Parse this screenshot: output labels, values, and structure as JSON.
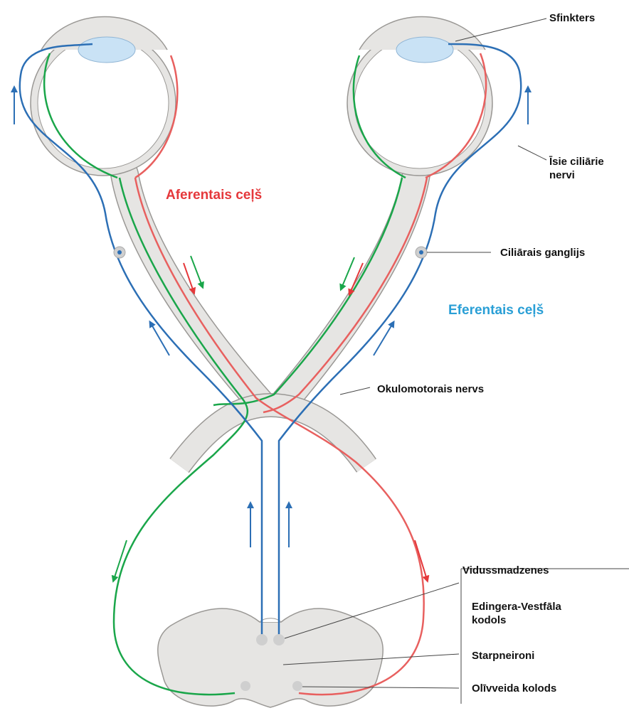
{
  "labels": {
    "sphincter": "Sfinkters",
    "short_ciliary_1": "Īsie ciliārie",
    "short_ciliary_2": "nervi",
    "ciliary_ganglion": "Ciliārais ganglijs",
    "oculomotor_nerve": "Okulomotorais nervs",
    "midbrain": "Vidussmadzenes",
    "edinger_westphal_1": "Edingera-Vestfāla",
    "edinger_westphal_2": "kodols",
    "interneurons": "Starpneironi",
    "olivary_nucleus": "Olīvveida kolods"
  },
  "pathways": {
    "afferent": "Aferentais ceļš",
    "efferent": "Eferentais ceļš"
  },
  "colors": {
    "afferent": "#e5383b",
    "efferent_text": "#2a9fd6",
    "efferent_nerve": "#2c6fb5",
    "green_fiber": "#1aa64a",
    "red_fiber": "#e8605f",
    "tissue": "#e6e5e3",
    "tissue_stroke": "#9a9895",
    "lens": "#c9e2f5"
  }
}
